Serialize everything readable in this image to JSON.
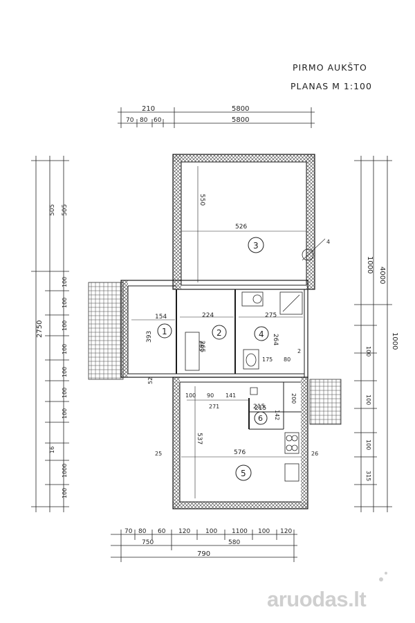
{
  "title": {
    "line1": "PIRMO AUKŠTO",
    "line2": "PLANAS M 1:100"
  },
  "watermark": "aruodas.lt",
  "rooms": [
    {
      "id": "1",
      "area": "154",
      "dim2": "393"
    },
    {
      "id": "2",
      "area": "224",
      "dim2": "265"
    },
    {
      "id": "3",
      "area": "526",
      "dim2": "550"
    },
    {
      "id": "4",
      "area": "275",
      "dim2": "264"
    },
    {
      "id": "5",
      "area": "576",
      "dim2": "537"
    },
    {
      "id": "6",
      "area": "215",
      "dim2": "142"
    }
  ],
  "dimensions": {
    "top_row1": [
      "210",
      "5800"
    ],
    "top_row2": [
      "70",
      "80",
      "60",
      "5800"
    ],
    "bottom_row1": [
      "70",
      "80",
      "60",
      "120",
      "100",
      "1100",
      "100",
      "120"
    ],
    "bottom_row2": [
      "750",
      "580"
    ],
    "bottom_total": "790",
    "left_outer": [
      "505",
      "2750"
    ],
    "left_inner": [
      "505",
      "100",
      "100",
      "100",
      "100",
      "100",
      "100",
      "100",
      "16",
      "1000",
      "100"
    ],
    "right_outer": [
      "4000",
      "1000"
    ],
    "right_inner": [
      "1000",
      "100",
      "100",
      "100",
      "315"
    ],
    "interior": [
      "100",
      "90",
      "141",
      "271",
      "215",
      "175",
      "80",
      "200",
      "263",
      "25",
      "26",
      "52",
      "4",
      "2"
    ]
  },
  "colors": {
    "line": "#1a1a1a",
    "watermark": "#cfcfcf"
  }
}
